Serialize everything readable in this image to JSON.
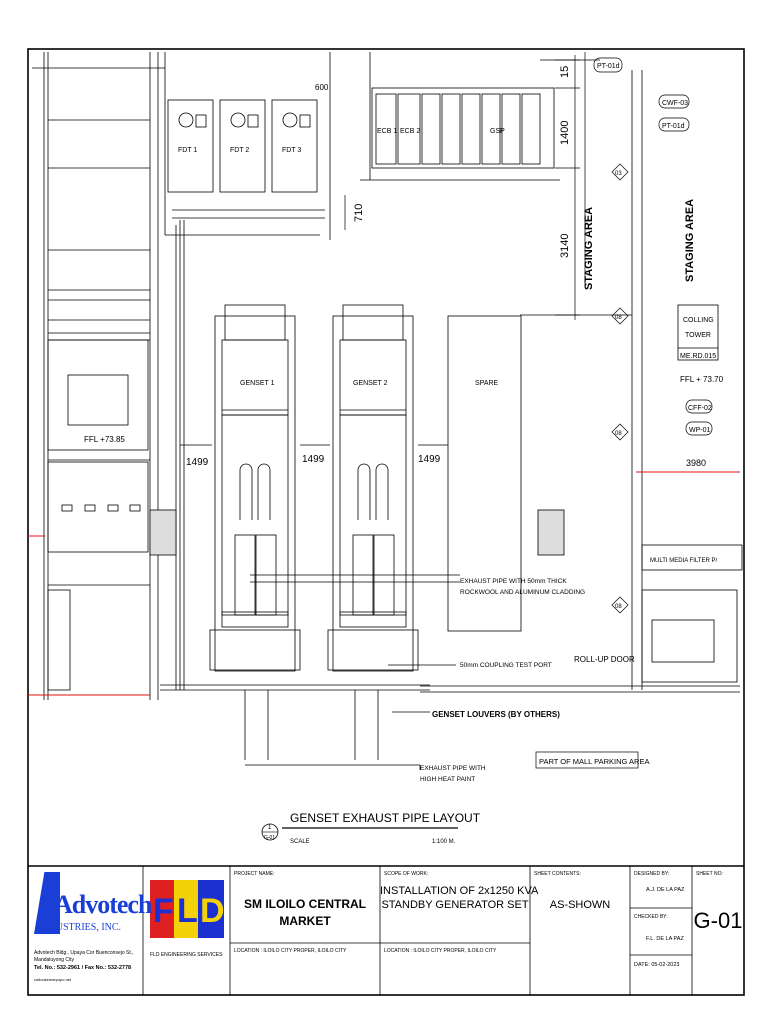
{
  "drawing": {
    "top_labels": {
      "fdt1": "FDT 1",
      "fdt2": "FDT 2",
      "fdt3": "FDT 3",
      "dim_600": "600",
      "ecb1": "ECB 1",
      "ecb2": "ECB 2",
      "gsp": "GSP",
      "dim_15": "15",
      "dim_1400": "1400",
      "dim_710": "710",
      "dim_3140": "3140",
      "dim_3980": "3980"
    },
    "staging_area_1": "STAGING AREA",
    "staging_area_2": "STAGING AREA",
    "genset1": "GENSET 1",
    "genset2": "GENSET 2",
    "spare": "SPARE",
    "dim_1499_a": "1499",
    "dim_1499_b": "1499",
    "dim_1499_c": "1499",
    "ffl_left": "FFL +73.85",
    "ffl_right": "FFL + 73.70",
    "cooling_tower_1": "COLLING",
    "cooling_tower_2": "TOWER",
    "me_rd": "ME.RD.015",
    "multi_media": "MULTI MEDIA FILTER P/",
    "tags": {
      "pt01d_top": "PT-01d",
      "cwf03": "CWF-03",
      "pt01d": "PT-01d",
      "cff02": "CFF-02",
      "wp01": "WP-01",
      "t03": "03",
      "t08a": "08",
      "t08b": "08",
      "t08c": "08"
    },
    "note_exhaust_1": "EXHAUST PIPE WITH 50mm THICK",
    "note_exhaust_2": "ROCKWOOL AND ALUMINUM CLADDING",
    "note_coupling": "50mm COUPLING TEST PORT",
    "note_rollup": "ROLL-UP DOOR",
    "note_louvers": "GENSET LOUVERS (BY OTHERS)",
    "note_parking": "PART OF MALL PARKING AREA",
    "note_hh_1": "EXHAUST PIPE WITH",
    "note_hh_2": "HIGH HEAT PAINT",
    "layout_title": "GENSET EXHAUST PIPE LAYOUT",
    "layout_num": "1",
    "layout_sheet": "G-01",
    "scale_label": "SCALE",
    "scale_value": "1:100 M."
  },
  "title_block": {
    "company_logo_text": "Advotech",
    "company_logo_sub": "INDUSTRIES, INC.",
    "company_address_1": "Advotech Bldg., Upaya Cor Buenconsejo St.,",
    "company_address_2": "Mandaluyong City",
    "company_phone": "Tel. No.: 532-2961 / Fax No.: 532-2778",
    "company_email": "cutlookemaryupo.net",
    "fld_letters": [
      "F",
      "L",
      "D"
    ],
    "fld_caption": "FLD ENGINEERING SERVICES",
    "project_name_hdr": "PROJECT NAME:",
    "project_name_1": "SM ILOILO CENTRAL",
    "project_name_2": "MARKET",
    "location_1": "LOCATION :  ILOILO CITY PROPER, ILOILO CITY",
    "scope_hdr": "SCOPE OF WORK:",
    "scope_1": "INSTALLATION OF 2x1250 KVA",
    "scope_2": "STANDBY GENERATOR SET",
    "location_2": "LOCATION :  ILOILO CITY PROPER, ILOILO CITY",
    "contents_hdr": "SHEET CONTENTS:",
    "contents": "AS-SHOWN",
    "designed_hdr": "DESIGNED BY:",
    "designed": "A.J. DE LA PAZ",
    "checked_hdr": "CHECKED BY:",
    "checked": "F.L. DE LA PAZ",
    "date": "DATE: 05-02-2023",
    "sheet_hdr": "SHEET NO:",
    "sheet_no": "G-01"
  },
  "colors": {
    "logo_blue": "#1a3fd6",
    "fld_red": "#e02020",
    "fld_yellow": "#f4d20a",
    "fld_blue": "#1c2fd0",
    "cut_line": "#e01010"
  }
}
